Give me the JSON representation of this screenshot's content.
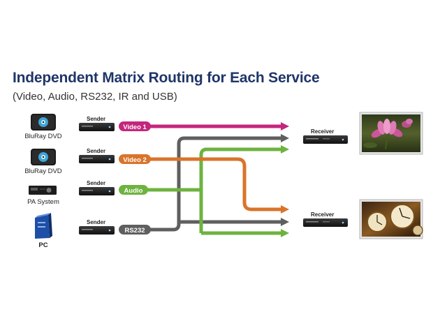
{
  "header": {
    "title": "Independent Matrix Routing for Each Service",
    "subtitle": "(Video, Audio, RS232, IR and USB)"
  },
  "sources": [
    {
      "label": "BluRay DVD",
      "icon": "bluray-dvd-icon"
    },
    {
      "label": "BluRay DVD",
      "icon": "bluray-dvd-icon"
    },
    {
      "label": "PA System",
      "icon": "pa-system-icon"
    },
    {
      "label": "PC",
      "icon": "pc-tower-icon"
    }
  ],
  "senders": {
    "label": "Sender"
  },
  "receivers": {
    "label": "Receiver"
  },
  "services": [
    {
      "label": "Video 1",
      "color": "#c4267d"
    },
    {
      "label": "Video 2",
      "color": "#d9742b"
    },
    {
      "label": "Audio",
      "color": "#6db33f"
    },
    {
      "label": "RS232",
      "color": "#5f5f5f"
    }
  ],
  "displays": [
    {
      "icon": "lotus-flower-image"
    },
    {
      "icon": "antique-clocks-image"
    }
  ]
}
